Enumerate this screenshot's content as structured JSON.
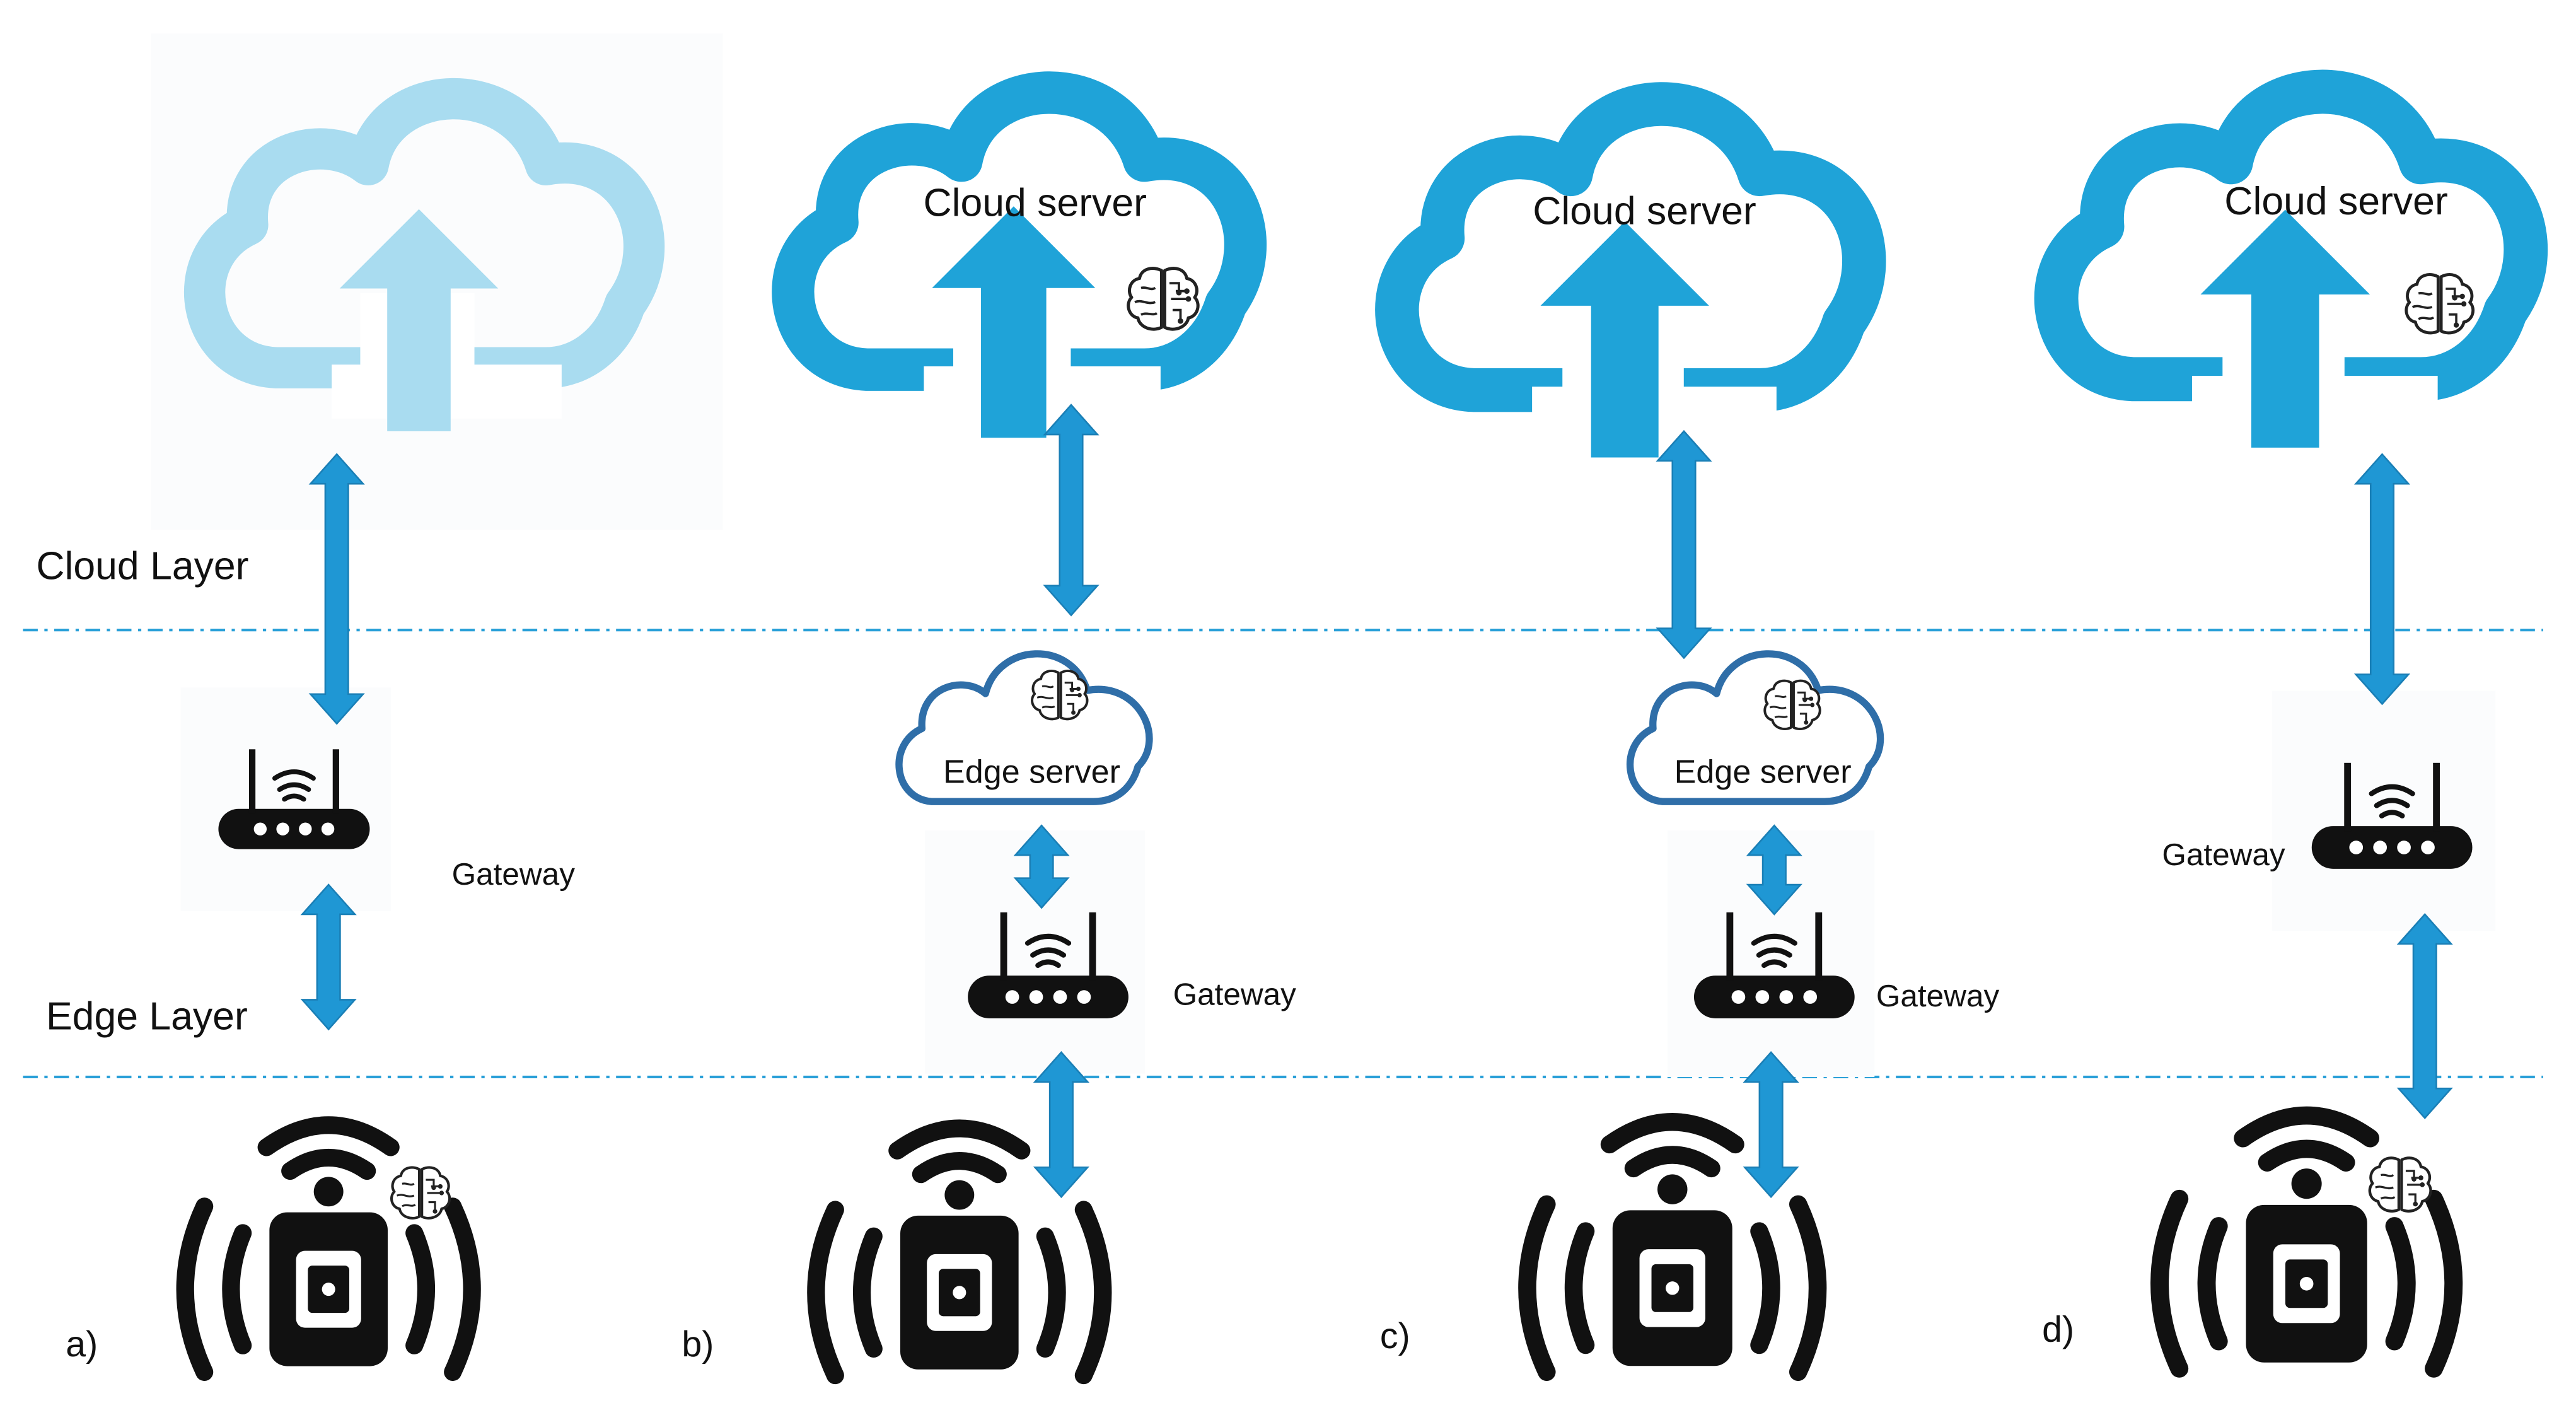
{
  "labels": {
    "cloud_layer": "Cloud Layer",
    "edge_layer": "Edge Layer",
    "cloud_server": "Cloud server",
    "edge_server": "Edge server",
    "gateway": "Gateway"
  },
  "panels": [
    {
      "letter": "a)",
      "cloud_label": "",
      "cloud_ai": false,
      "edge_server": false,
      "edge_label": "",
      "edge_ai": false,
      "gateway_label": "Gateway",
      "device_ai": true
    },
    {
      "letter": "b)",
      "cloud_label": "Cloud server",
      "cloud_ai": true,
      "edge_server": true,
      "edge_label": "Edge server",
      "edge_ai": true,
      "gateway_label": "Gateway",
      "device_ai": false
    },
    {
      "letter": "c)",
      "cloud_label": "Cloud server",
      "cloud_ai": false,
      "edge_server": true,
      "edge_label": "Edge server",
      "edge_ai": true,
      "gateway_label": "Gateway",
      "device_ai": false
    },
    {
      "letter": "d)",
      "cloud_label": "Cloud server",
      "cloud_ai": true,
      "edge_server": false,
      "edge_label": "",
      "edge_ai": false,
      "gateway_label": "Gateway",
      "device_ai": true
    }
  ],
  "colors": {
    "cloud_blue": "#1fa3d8",
    "cloud_faded": "#a9dcf0",
    "arrow_blue": "#1f97d4",
    "edge_outline": "#2f6ea8",
    "device_black": "#111111",
    "layer_line": "#2aa0d8"
  },
  "icons": [
    "upload-cloud-icon",
    "brain-circuit-icon",
    "router-icon",
    "wifi-device-icon",
    "double-arrow-icon"
  ]
}
